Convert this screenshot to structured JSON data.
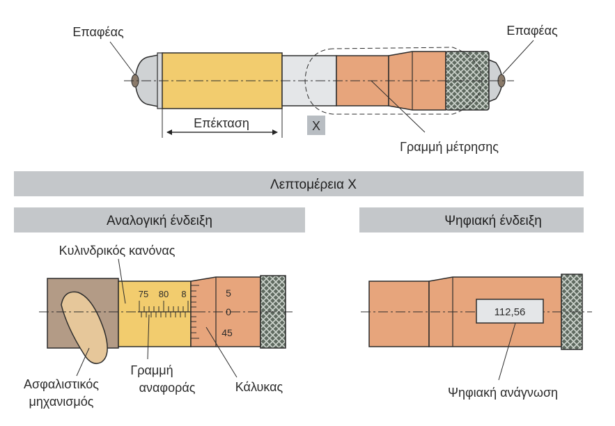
{
  "labels": {
    "contact_left": "Επαφέας",
    "contact_right": "Επαφέας",
    "extension": "Επέκταση",
    "detail_marker": "X",
    "measuring_line": "Γραμμή μέτρησης",
    "detail_band": "Λεπτομέρεια X",
    "analog_band": "Αναλογική ένδειξη",
    "digital_band": "Ψηφιακή ένδειξη",
    "cylindrical_scale": "Κυλινδρικός κανόνας",
    "locking_mechanism_line1": "Ασφαλιστικός",
    "locking_mechanism_line2": "μηχανισμός",
    "reference_line_line1": "Γραμμή",
    "reference_line_line2": "αναφοράς",
    "thimble": "Κάλυκας",
    "digital_readout": "Ψηφιακή ανάγνωση"
  },
  "analog_scale": {
    "sleeve_numbers": [
      "75",
      "80",
      "8"
    ],
    "thimble_numbers": [
      "5",
      "0",
      "45"
    ]
  },
  "digital_display": {
    "value": "112,56"
  },
  "colors": {
    "sleeve_yellow": "#f2cc6e",
    "copper": "#e7a57c",
    "silver": "#e4e6e8",
    "band_grey": "#c4c7ca",
    "knurl": "#5f6a60",
    "lock_body": "#b39b86",
    "lock_lever": "#e6c79a"
  }
}
